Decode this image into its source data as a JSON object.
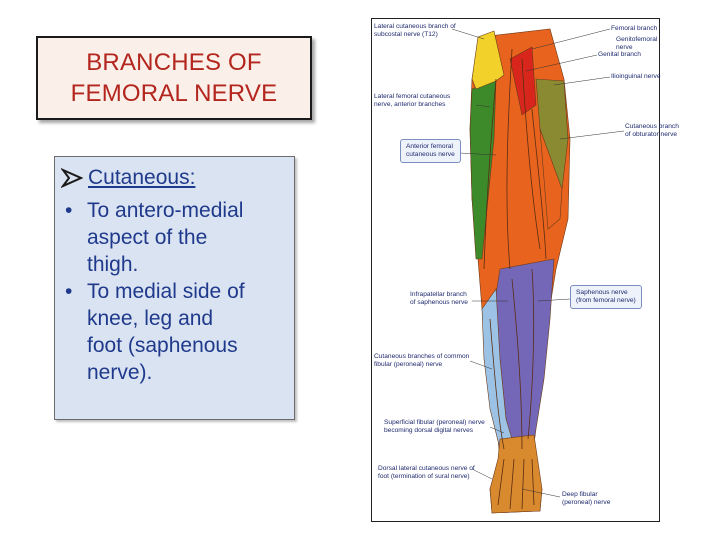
{
  "slide": {
    "title_lines": [
      "BRANCHES OF",
      "FEMORAL NERVE"
    ],
    "heading": "Cutaneous:",
    "bullets": [
      {
        "lines": [
          "To antero-medial",
          "aspect of the",
          "thigh."
        ]
      },
      {
        "lines": [
          "To medial side of",
          "knee, leg and",
          "foot (saphenous",
          "nerve)."
        ]
      }
    ]
  },
  "figure": {
    "labels": {
      "subcostal_1": "Lateral cutaneous branch of",
      "subcostal_2": "subcostal nerve (T12)",
      "femoral_branch": "Femoral branch",
      "genitofemoral_1": "Genitofemoral",
      "genitofemoral_2": "nerve",
      "genital_branch": "Genital branch",
      "ilioinguinal": "Ilioinguinal nerve",
      "lat_fem_1": "Lateral femoral cutaneous",
      "lat_fem_2": "nerve, anterior branches",
      "obturator_1": "Cutaneous branch",
      "obturator_2": "of obturator nerve",
      "ant_fem_1": "Anterior femoral",
      "ant_fem_2": "cutaneous nerve",
      "infrapatellar_1": "Infrapatellar branch",
      "infrapatellar_2": "of saphenous nerve",
      "saphenous_1": "Saphenous nerve",
      "saphenous_2": "(from femoral nerve)",
      "fibular_1": "Cutaneous branches of common",
      "fibular_2": "fibular (peroneal) nerve",
      "superficial_1": "Superficial fibular (peroneal) nerve",
      "superficial_2": "becoming dorsal digital nerves",
      "sural_1": "Dorsal lateral cutaneous nerve of",
      "sural_2": "foot (termination of sural nerve)",
      "deep_1": "Deep fibular",
      "deep_2": "(peroneal) nerve"
    },
    "colors": {
      "femoral_orange": "#e8641e",
      "lateral_green": "#3c8a2a",
      "subcostal_yellow": "#f2d22a",
      "genital_red": "#d9261c",
      "obturator_olive": "#8a8a32",
      "saphenous_purple": "#7567b8",
      "fibular_blue": "#9cc3e6",
      "foot_tan": "#d9892e",
      "nerve_line": "#5a2d12"
    }
  }
}
